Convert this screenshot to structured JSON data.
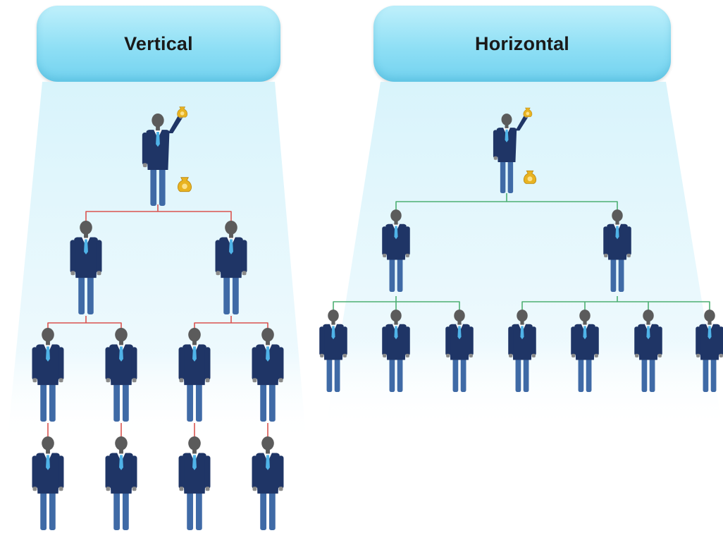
{
  "panels": {
    "vertical": {
      "title": "Vertical",
      "connector_color": "#d9534f",
      "levels": [
        1,
        2,
        4,
        4
      ]
    },
    "horizontal": {
      "title": "Horizontal",
      "connector_color": "#4caf72",
      "levels": [
        1,
        2,
        7
      ]
    }
  },
  "colors": {
    "suit": "#1f3566",
    "legs": "#3f6aa6",
    "head": "#5b5b5b",
    "tie": "#4fb3e8",
    "money_bag": "#e8b321",
    "title_bg": "#8fdff5"
  },
  "icons": {
    "person": "person-icon",
    "money_bag": "money-bag-icon"
  }
}
